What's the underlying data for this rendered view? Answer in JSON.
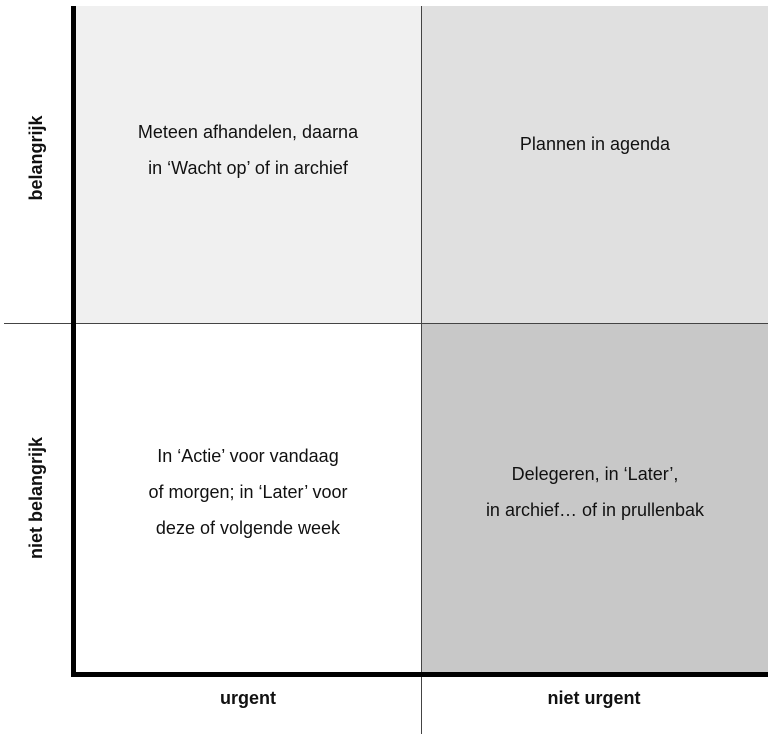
{
  "quadrants": {
    "top_left": "Meteen afhandelen, daarna\nin ‘Wacht op’ of in archief",
    "top_right": "Plannen in agenda",
    "bottom_left": "In ‘Actie’ voor vandaag\nof morgen; in ‘Later’ voor\ndeze of volgende week",
    "bottom_right": "Delegeren, in ‘Later’,\nin archief… of in prullenbak"
  },
  "axes": {
    "x_left": "urgent",
    "x_right": "niet urgent",
    "y_top": "belangrijk",
    "y_bottom": "niet belangrijk"
  },
  "colors": {
    "top_left_fill": "#f0f0f0",
    "top_right_fill": "#e0e0e0",
    "bottom_left_fill": "#ffffff",
    "bottom_right_fill": "#c8c8c8",
    "axis": "#000000"
  }
}
